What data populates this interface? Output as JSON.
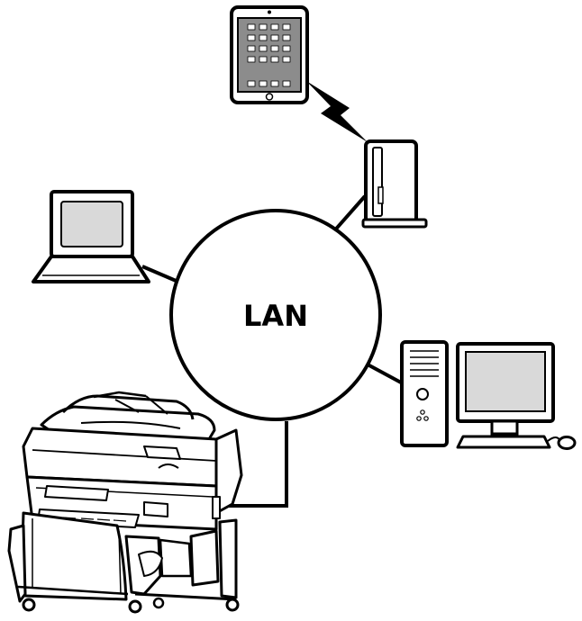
{
  "hub": {
    "label": "LAN"
  },
  "devices": [
    {
      "name": "tablet",
      "icon": "tablet-icon",
      "link": "wireless"
    },
    {
      "name": "wireless-router",
      "icon": "router-icon",
      "link": "wired"
    },
    {
      "name": "laptop",
      "icon": "laptop-icon",
      "link": "wired"
    },
    {
      "name": "desktop-computer",
      "icon": "desktop-computer-icon",
      "link": "wired"
    },
    {
      "name": "large-format-printer",
      "icon": "printer-icon",
      "link": "wired"
    }
  ],
  "colors": {
    "stroke": "#000000",
    "background": "#ffffff",
    "screen": "#d9d9d9",
    "tablet_screen": "#8c8c8c"
  }
}
